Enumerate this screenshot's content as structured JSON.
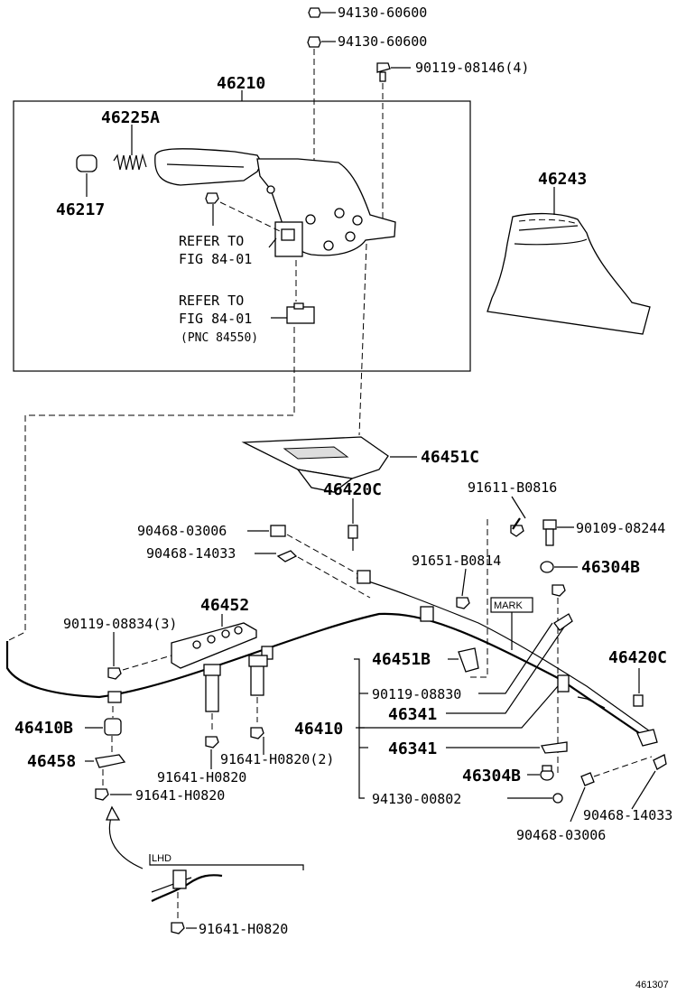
{
  "labels": {
    "nut_top_1": "94130-60600",
    "nut_top_2": "94130-60600",
    "bolt_top": "90119-08146(4)",
    "lever_assy": "46210",
    "spring_sub": "46225A",
    "knob": "46217",
    "refer_1_l1": "REFER TO",
    "refer_1_l2": "FIG 84-01",
    "refer_2_l1": "REFER TO",
    "refer_2_l2": "FIG 84-01",
    "refer_2_pnc": "(PNC 84550)",
    "boot": "46243",
    "bracket_c": "46451C",
    "clamp_c": "46420C",
    "bolt_b0816": "91611-B0816",
    "clip_03006_l": "90468-03006",
    "bolt_08244": "90109-08244",
    "clip_14033_l": "90468-14033",
    "bolt_b0814": "91651-B0814",
    "grommet_b_top": "46304B",
    "mark": "MARK",
    "bracket_46452": "46452",
    "bolt_08834": "90119-08834(3)",
    "bracket_b": "46451B",
    "clamp_c_right": "46420C",
    "bolt_08830": "90119-08830",
    "cable_46341_a": "46341",
    "cable_46410": "46410",
    "cable_46341_b": "46341",
    "grommet_b_bottom": "46304B",
    "nut_00802": "94130-00802",
    "clip_14033_r": "90468-14033",
    "clip_03006_r": "90468-03006",
    "guide_46410b": "46410B",
    "bolt_h0820_2": "91641-H0820(2)",
    "bolt_h0820_a": "91641-H0820",
    "clamp_46458": "46458",
    "bolt_h0820_b": "91641-H0820",
    "lhd": "LHD",
    "bolt_h0820_lhd": "91641-H0820",
    "figure_id": "461307"
  }
}
